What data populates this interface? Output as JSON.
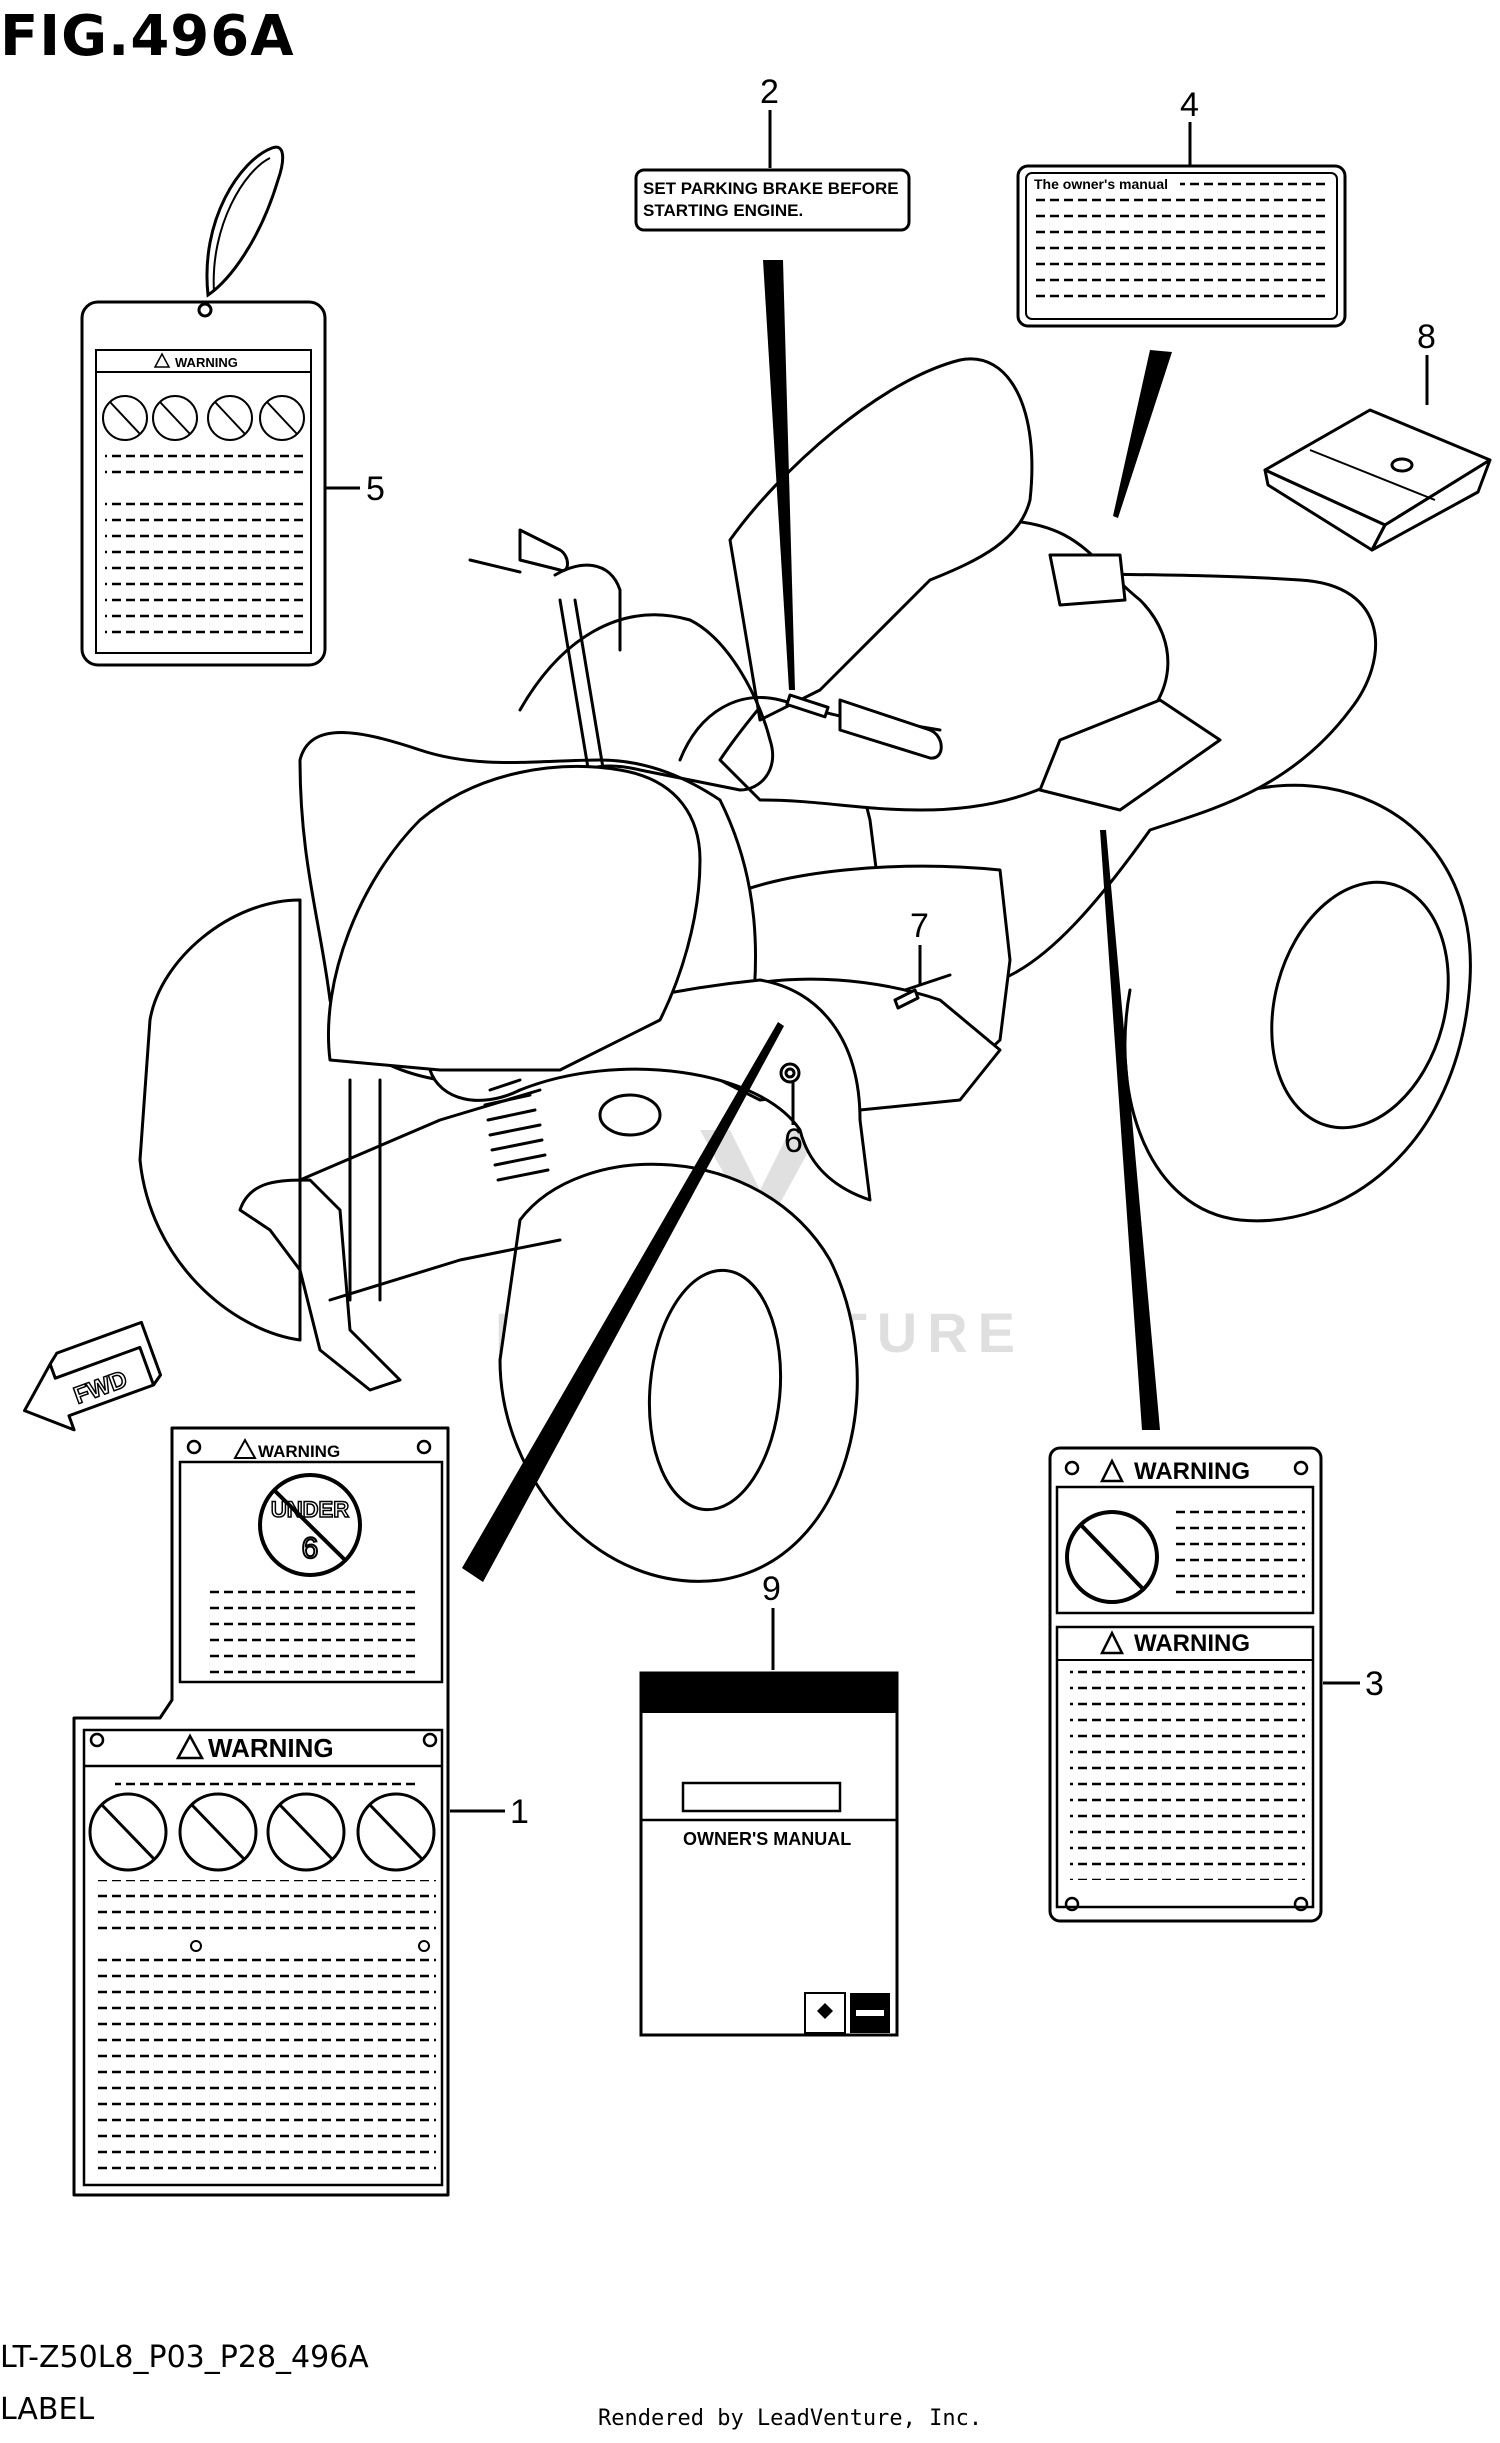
{
  "figure": {
    "title": "FIG.496A",
    "code": "LT-Z50L8_P03_P28_496A",
    "section": "LABEL",
    "rendered_by": "Rendered by LeadVenture, Inc.",
    "watermark": "LEADVENTURE"
  },
  "callouts": [
    {
      "number": "1",
      "part": "warning-label-main"
    },
    {
      "number": "2",
      "part": "parking-brake-label"
    },
    {
      "number": "3",
      "part": "warning-label-side"
    },
    {
      "number": "4",
      "part": "manual-label"
    },
    {
      "number": "5",
      "part": "hang-tag"
    },
    {
      "number": "6",
      "part": "grommet"
    },
    {
      "number": "7",
      "part": "pin"
    },
    {
      "number": "8",
      "part": "manual-case"
    },
    {
      "number": "9",
      "part": "owners-manual"
    }
  ],
  "labels": {
    "parking_brake_line1": "SET PARKING BRAKE BEFORE",
    "parking_brake_line2": "STARTING ENGINE.",
    "manual_label_heading": "The owner's manual",
    "warning": "WARNING",
    "under": "UNDER",
    "under_age": "6",
    "owners_manual": "OWNER'S MANUAL",
    "fwd": "FWD"
  }
}
